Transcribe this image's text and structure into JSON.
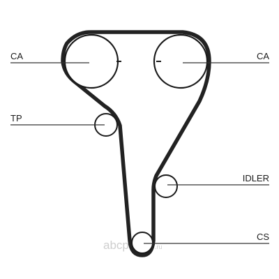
{
  "labels": {
    "ca_left": "CA",
    "ca_right": "CA",
    "tp": "TP",
    "idler": "IDLER",
    "cs": "CS"
  },
  "watermark": {
    "text": "abcp",
    "suffix": ".ru"
  },
  "colors": {
    "belt": "#222222",
    "pulley": "#1a1a1a",
    "leader": "#333333",
    "watermark": "#c9c9c9"
  }
}
